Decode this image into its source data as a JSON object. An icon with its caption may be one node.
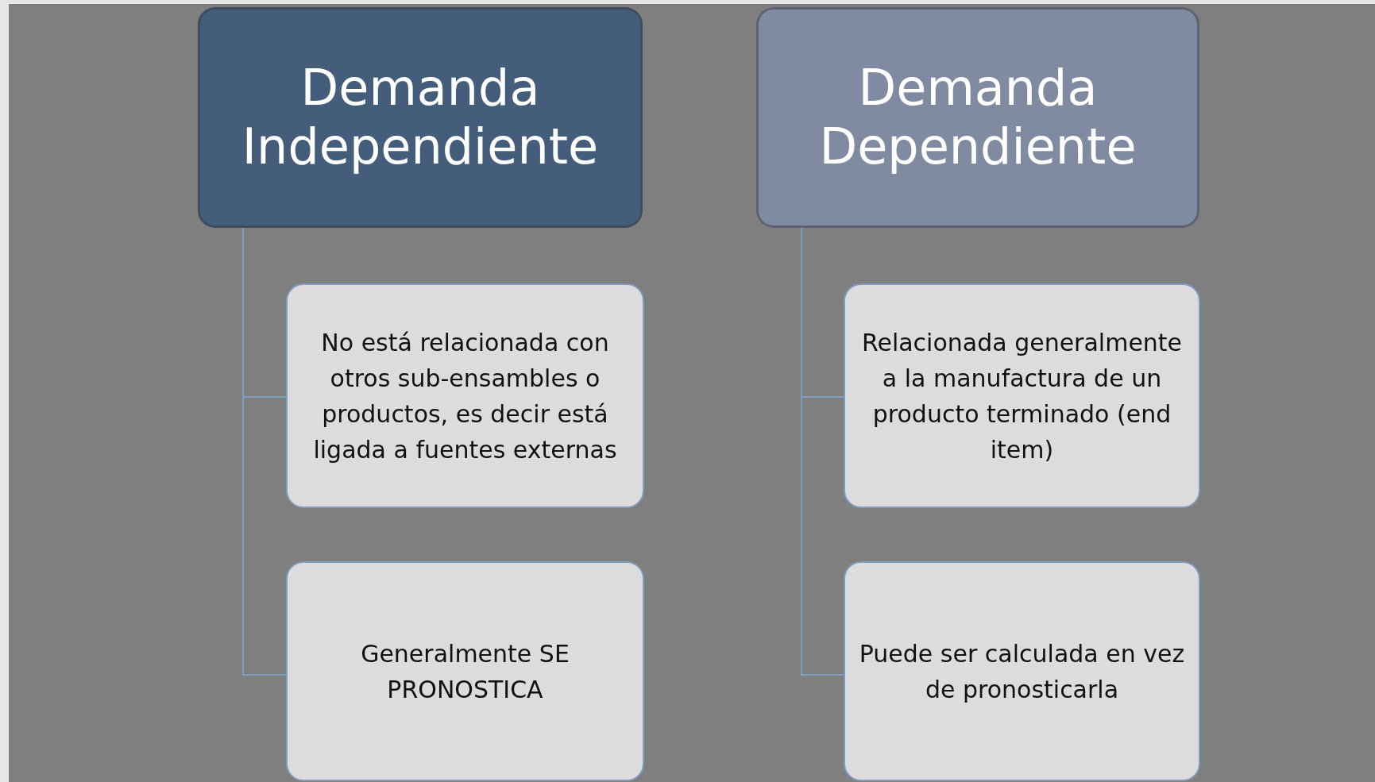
{
  "diagram": {
    "nodes": [
      {
        "text": [
          "Demanda Independiente"
        ]
      },
      {
        "text": [
          "No está relacionada con otros sub-ensambles o productos, es decir está ligada a fuentes externas"
        ]
      },
      {
        "text": [
          "Generalmente SE PRONOSTICA"
        ]
      },
      {
        "text": [
          "Demanda Dependiente"
        ]
      },
      {
        "text": [
          "Relacionada generalmente a la manufactura de un producto terminado (end item)"
        ]
      },
      {
        "text": [
          "Puede ser calculada en vez de pronosticarla"
        ]
      }
    ],
    "edges": [
      {
        "from": 0,
        "to": 1,
        "arrow": "none"
      },
      {
        "from": 0,
        "to": 2,
        "arrow": "none"
      },
      {
        "from": 3,
        "to": 4,
        "arrow": "none"
      },
      {
        "from": 3,
        "to": 5,
        "arrow": "none"
      }
    ]
  }
}
